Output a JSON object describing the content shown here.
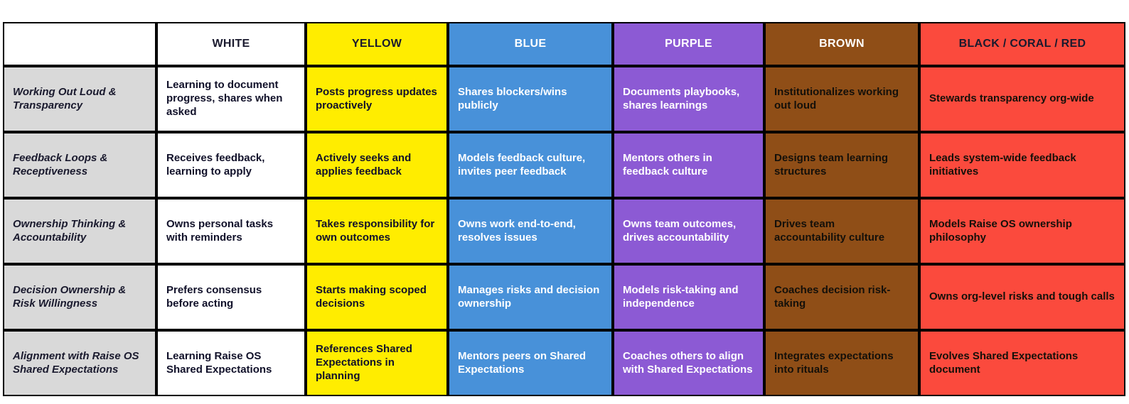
{
  "table": {
    "corner_label": "",
    "columns": [
      {
        "key": "white",
        "label": "WHITE",
        "bg": "#ffffff",
        "fg": "#1a1a2e"
      },
      {
        "key": "yellow",
        "label": "YELLOW",
        "bg": "#ffed00",
        "fg": "#1a1a2e"
      },
      {
        "key": "blue",
        "label": "BLUE",
        "bg": "#4891d9",
        "fg": "#ffffff"
      },
      {
        "key": "purple",
        "label": "PURPLE",
        "bg": "#8c5ad4",
        "fg": "#ffffff"
      },
      {
        "key": "brown",
        "label": "BROWN",
        "bg": "#8f4e17",
        "fg": "#ffffff"
      },
      {
        "key": "coral",
        "label": "BLACK / CORAL / RED",
        "bg": "#fb4a3d",
        "fg": "#1a1a2e"
      }
    ],
    "row_label_bg": "#d9d9d9",
    "rows": [
      {
        "label": "Working Out Loud & Transparency",
        "cells": [
          "Learning to document progress, shares when asked",
          "Posts progress updates proactively",
          "Shares blockers/wins publicly",
          "Documents playbooks, shares learnings",
          "Institutionalizes working out loud",
          "Stewards transparency org-wide"
        ]
      },
      {
        "label": "Feedback Loops & Receptiveness",
        "cells": [
          "Receives feedback, learning to apply",
          "Actively seeks and applies feedback",
          "Models feedback culture, invites peer feedback",
          "Mentors others in feedback culture",
          "Designs team learning structures",
          "Leads system-wide feedback initiatives"
        ]
      },
      {
        "label": "Ownership Thinking & Accountability",
        "cells": [
          "Owns personal tasks with reminders",
          "Takes responsibility for own outcomes",
          "Owns work end-to-end, resolves issues",
          "Owns team outcomes, drives accountability",
          "Drives team accountability culture",
          "Models Raise OS ownership philosophy"
        ]
      },
      {
        "label": "Decision Ownership & Risk Willingness",
        "cells": [
          "Prefers consensus before acting",
          "Starts making scoped decisions",
          "Manages risks and decision ownership",
          "Models risk-taking and independence",
          "Coaches decision risk-taking",
          "Owns org-level risks and tough calls"
        ]
      },
      {
        "label": "Alignment with Raise OS Shared Expectations",
        "cells": [
          "Learning Raise OS Shared Expectations",
          "References Shared Expectations in planning",
          "Mentors peers on Shared Expectations",
          "Coaches others to align with Shared Expectations",
          "Integrates expectations into rituals",
          "Evolves Shared Expectations document"
        ]
      }
    ]
  }
}
